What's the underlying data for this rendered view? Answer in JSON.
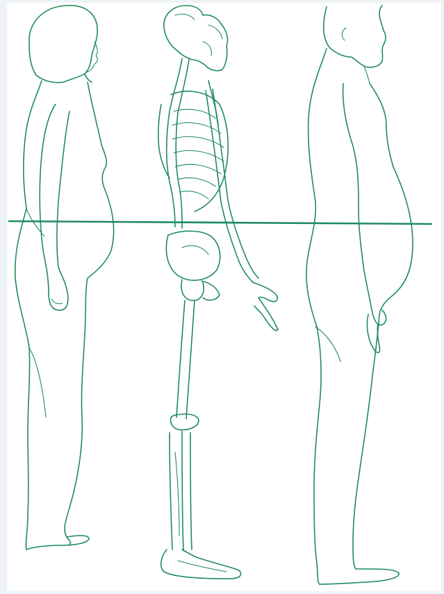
{
  "figure": {
    "subjects": [
      "pregnant-woman-profile",
      "skeleton-profile",
      "obese-man-profile"
    ],
    "line_color": "#1f8a62",
    "background_color": "#eef3f8",
    "panel_color": "#ffffff"
  }
}
